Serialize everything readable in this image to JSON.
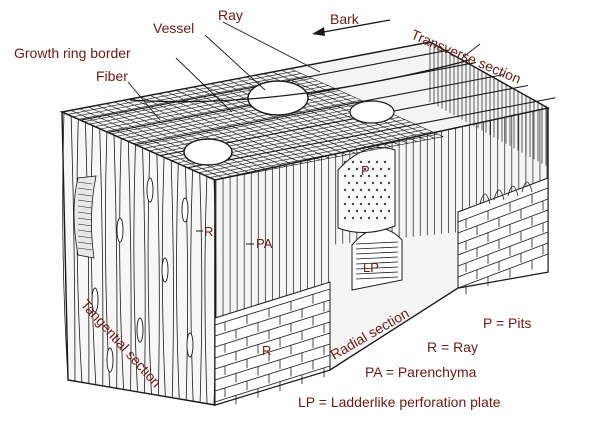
{
  "labels": {
    "ray_top": "Ray",
    "bark": "Bark",
    "vessel": "Vessel",
    "growth_ring_border": "Growth ring border",
    "fiber": "Fiber",
    "transverse_section": "Transverse section",
    "tangential_section": "Tangential section",
    "radial_section": "Radial section",
    "p_marker": "P",
    "r_marker_left": "R",
    "pa_marker": "PA",
    "lp_marker": "LP",
    "r_marker_bottom": "R"
  },
  "legend": [
    "P = Pits",
    "R = Ray",
    "PA = Parenchyma",
    "LP = Ladderlike perforation plate"
  ]
}
